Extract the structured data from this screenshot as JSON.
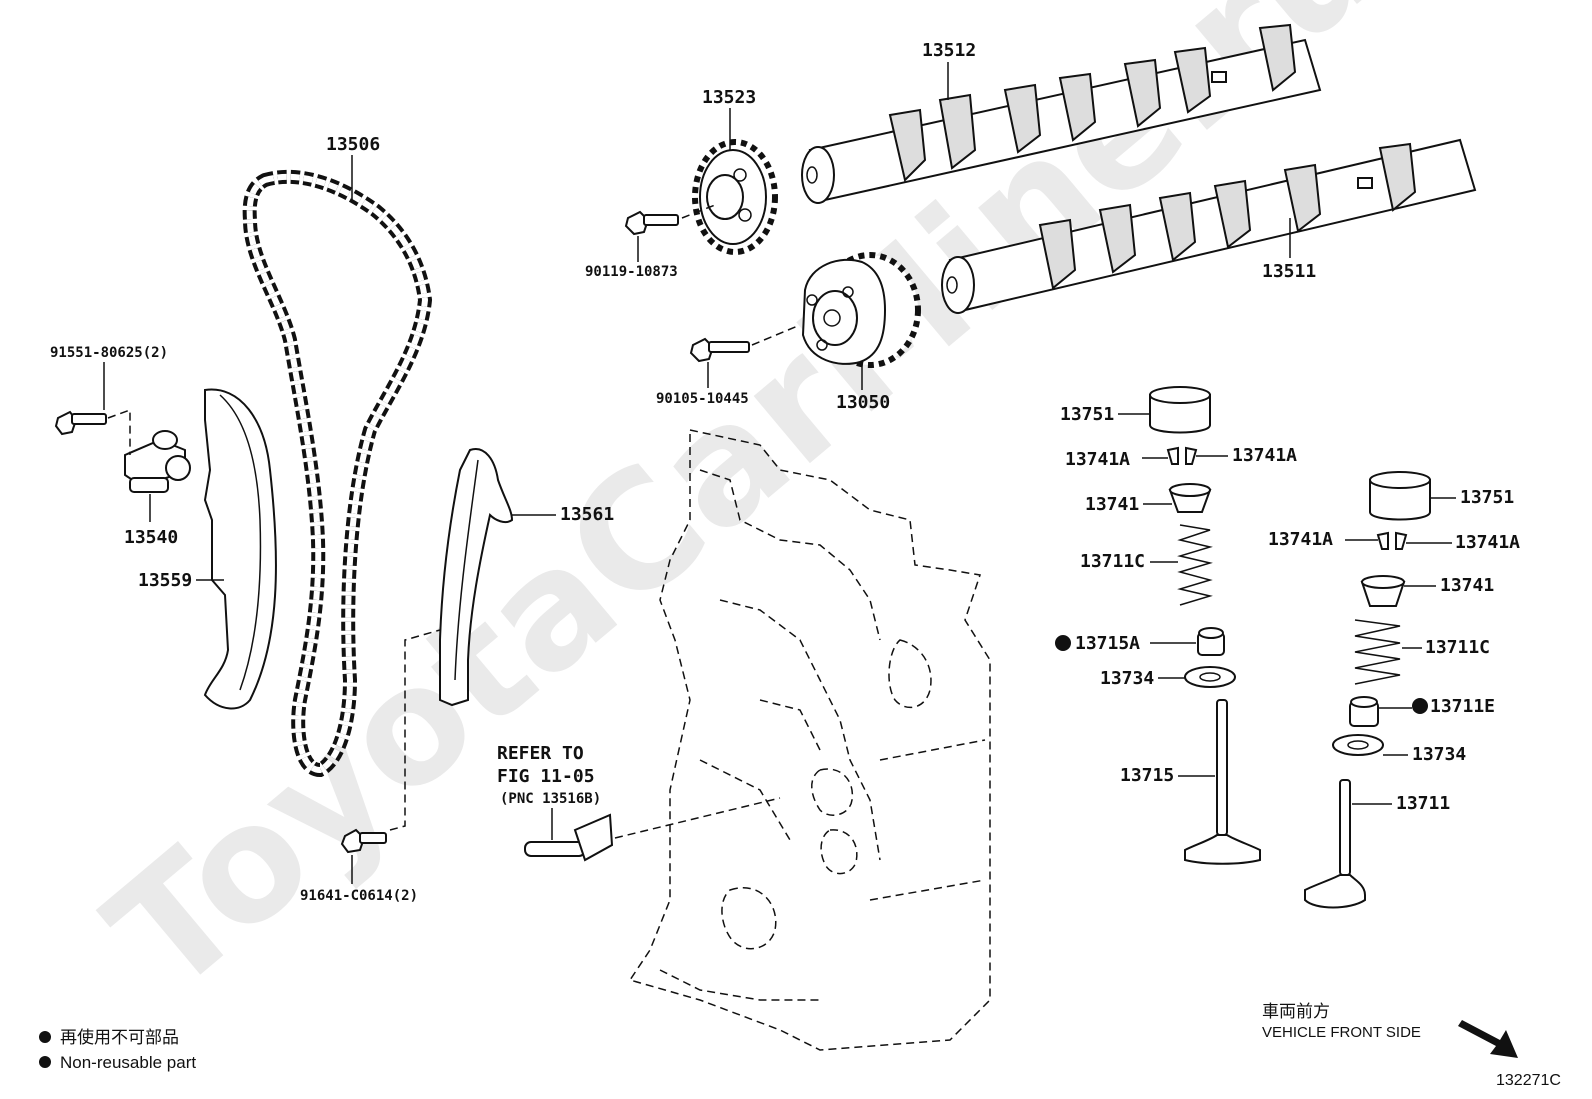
{
  "diagram": {
    "watermark": "ToyotaCarMine.ru",
    "figure_code": "132271C",
    "labels": {
      "p13512": "13512",
      "p13523": "13523",
      "p13506": "13506",
      "p90119": "90119-10873",
      "p13511": "13511",
      "p91551": "91551-80625(2)",
      "p90105": "90105-10445",
      "p13050": "13050",
      "p13751a": "13751",
      "p13741Aa": "13741A",
      "p13741Ab": "13741A",
      "p13741a": "13741",
      "p13540": "13540",
      "p13561": "13561",
      "p13751b": "13751",
      "p13711Ca": "13711C",
      "p13741Ac": "13741A",
      "p13741Ad": "13741A",
      "p13559": "13559",
      "p13741b": "13741",
      "p13715A": "13715A",
      "p13711Cb": "13711C",
      "p13734a": "13734",
      "p13711E": "13711E",
      "p13734b": "13734",
      "p13715": "13715",
      "p13711": "13711",
      "p91641": "91641-C0614(2)",
      "refer1": "REFER TO",
      "refer2": "FIG 11-05",
      "refer3": "(PNC 13516B)"
    },
    "front": {
      "jp": "車両前方",
      "en": "VEHICLE FRONT SIDE"
    },
    "legend": {
      "jp": "再使用不可部品",
      "en": "Non-reusable part"
    }
  }
}
